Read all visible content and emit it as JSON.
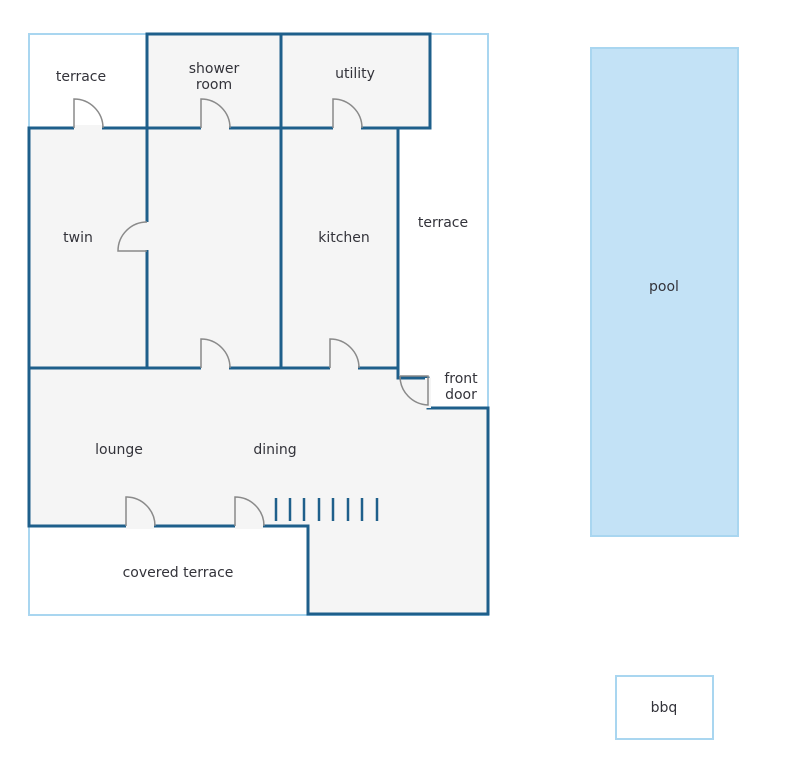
{
  "floor_plan": {
    "rooms": {
      "terrace_top_left": "terrace",
      "shower_room_line1": "shower",
      "shower_room_line2": "room",
      "utility": "utility",
      "twin": "twin",
      "kitchen": "kitchen",
      "terrace_right": "terrace",
      "pool": "pool",
      "front_door_line1": "front",
      "front_door_line2": "door",
      "lounge": "lounge",
      "dining": "dining",
      "covered_terrace": "covered terrace",
      "bbq": "bbq"
    },
    "colors": {
      "wall": "#1e5f8b",
      "outline": "#a9d6f0",
      "room_fill": "#f5f5f5",
      "pool_fill": "#c3e2f6",
      "door": "#8a8a8a",
      "text": "#33333a"
    }
  }
}
